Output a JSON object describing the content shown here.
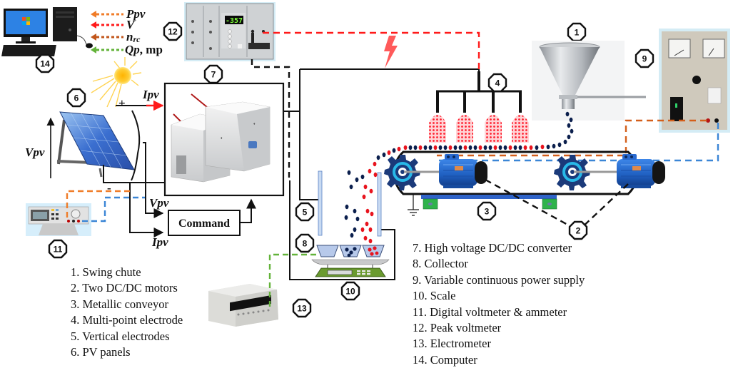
{
  "figure": {
    "type": "experimental-setup-diagram",
    "signals_to_computer": [
      {
        "label": "Ppv",
        "color": "#f07c28"
      },
      {
        "label": "V",
        "color": "#ff1a1a"
      },
      {
        "label": "nrc",
        "label_main": "n",
        "label_sub": "rc",
        "color": "#c2561b"
      },
      {
        "label": "Qp, mp",
        "label_main": "Qp",
        "label_rest": ", mp",
        "color": "#63b33a"
      }
    ],
    "signal_labels": {
      "ipv_top": "Ipv",
      "vpv_panel": "Vpv",
      "vpv_command": "Vpv",
      "ipv_command": "Ipv",
      "plus": "+",
      "minus": "-"
    },
    "command_box": "Command",
    "peak_voltmeter_display": "-357",
    "badges": [
      "1",
      "2",
      "3",
      "4",
      "5",
      "6",
      "7",
      "8",
      "9",
      "10",
      "11",
      "12",
      "13",
      "14"
    ],
    "legend_left": [
      "1. Swing chute",
      "2. Two DC/DC motors",
      "3. Metallic conveyor",
      "4. Multi-point electrode",
      "5. Vertical electrodes",
      "6. PV panels"
    ],
    "legend_right": [
      "7. High voltage DC/DC converter",
      "8. Collector",
      "9. Variable continuous power supply",
      "10. Scale",
      "11. Digital voltmeter & ammeter",
      "12. Peak voltmeter",
      "13. Electrometer",
      "14. Computer"
    ],
    "colors": {
      "red_link": "#ff1a1a",
      "orange_link": "#d45f1a",
      "blue_link": "#3b86d6",
      "green_link": "#63b33a",
      "particle_red": "#e8141e",
      "particle_blue": "#0b1f4d",
      "motor_blue": "#1f5fc0",
      "gear_navy": "#1b3a7a",
      "gear_cyan": "#28b8e8"
    }
  }
}
